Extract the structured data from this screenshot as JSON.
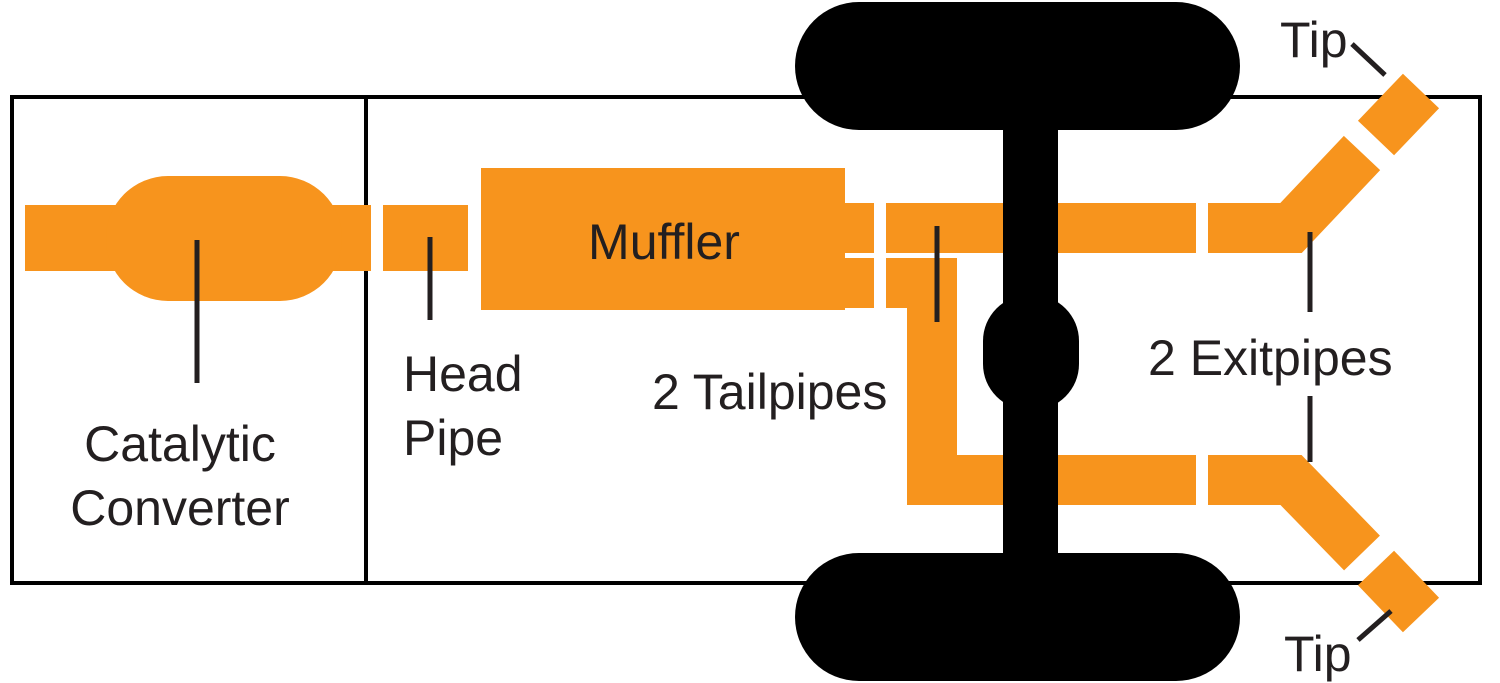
{
  "diagram": {
    "type": "exhaust-system-diagram",
    "colors": {
      "pipe": "#F7941D",
      "black": "#000000",
      "ink": "#231F20",
      "bg": "#FFFFFF"
    },
    "labels": {
      "muffler": "Muffler",
      "catalytic_line1": "Catalytic",
      "catalytic_line2": "Converter",
      "head_pipe_line1": "Head",
      "head_pipe_line2": "Pipe",
      "tailpipes": "2 Tailpipes",
      "exitpipes": "2 Exitpipes",
      "tip_top": "Tip",
      "tip_bottom": "Tip"
    }
  }
}
